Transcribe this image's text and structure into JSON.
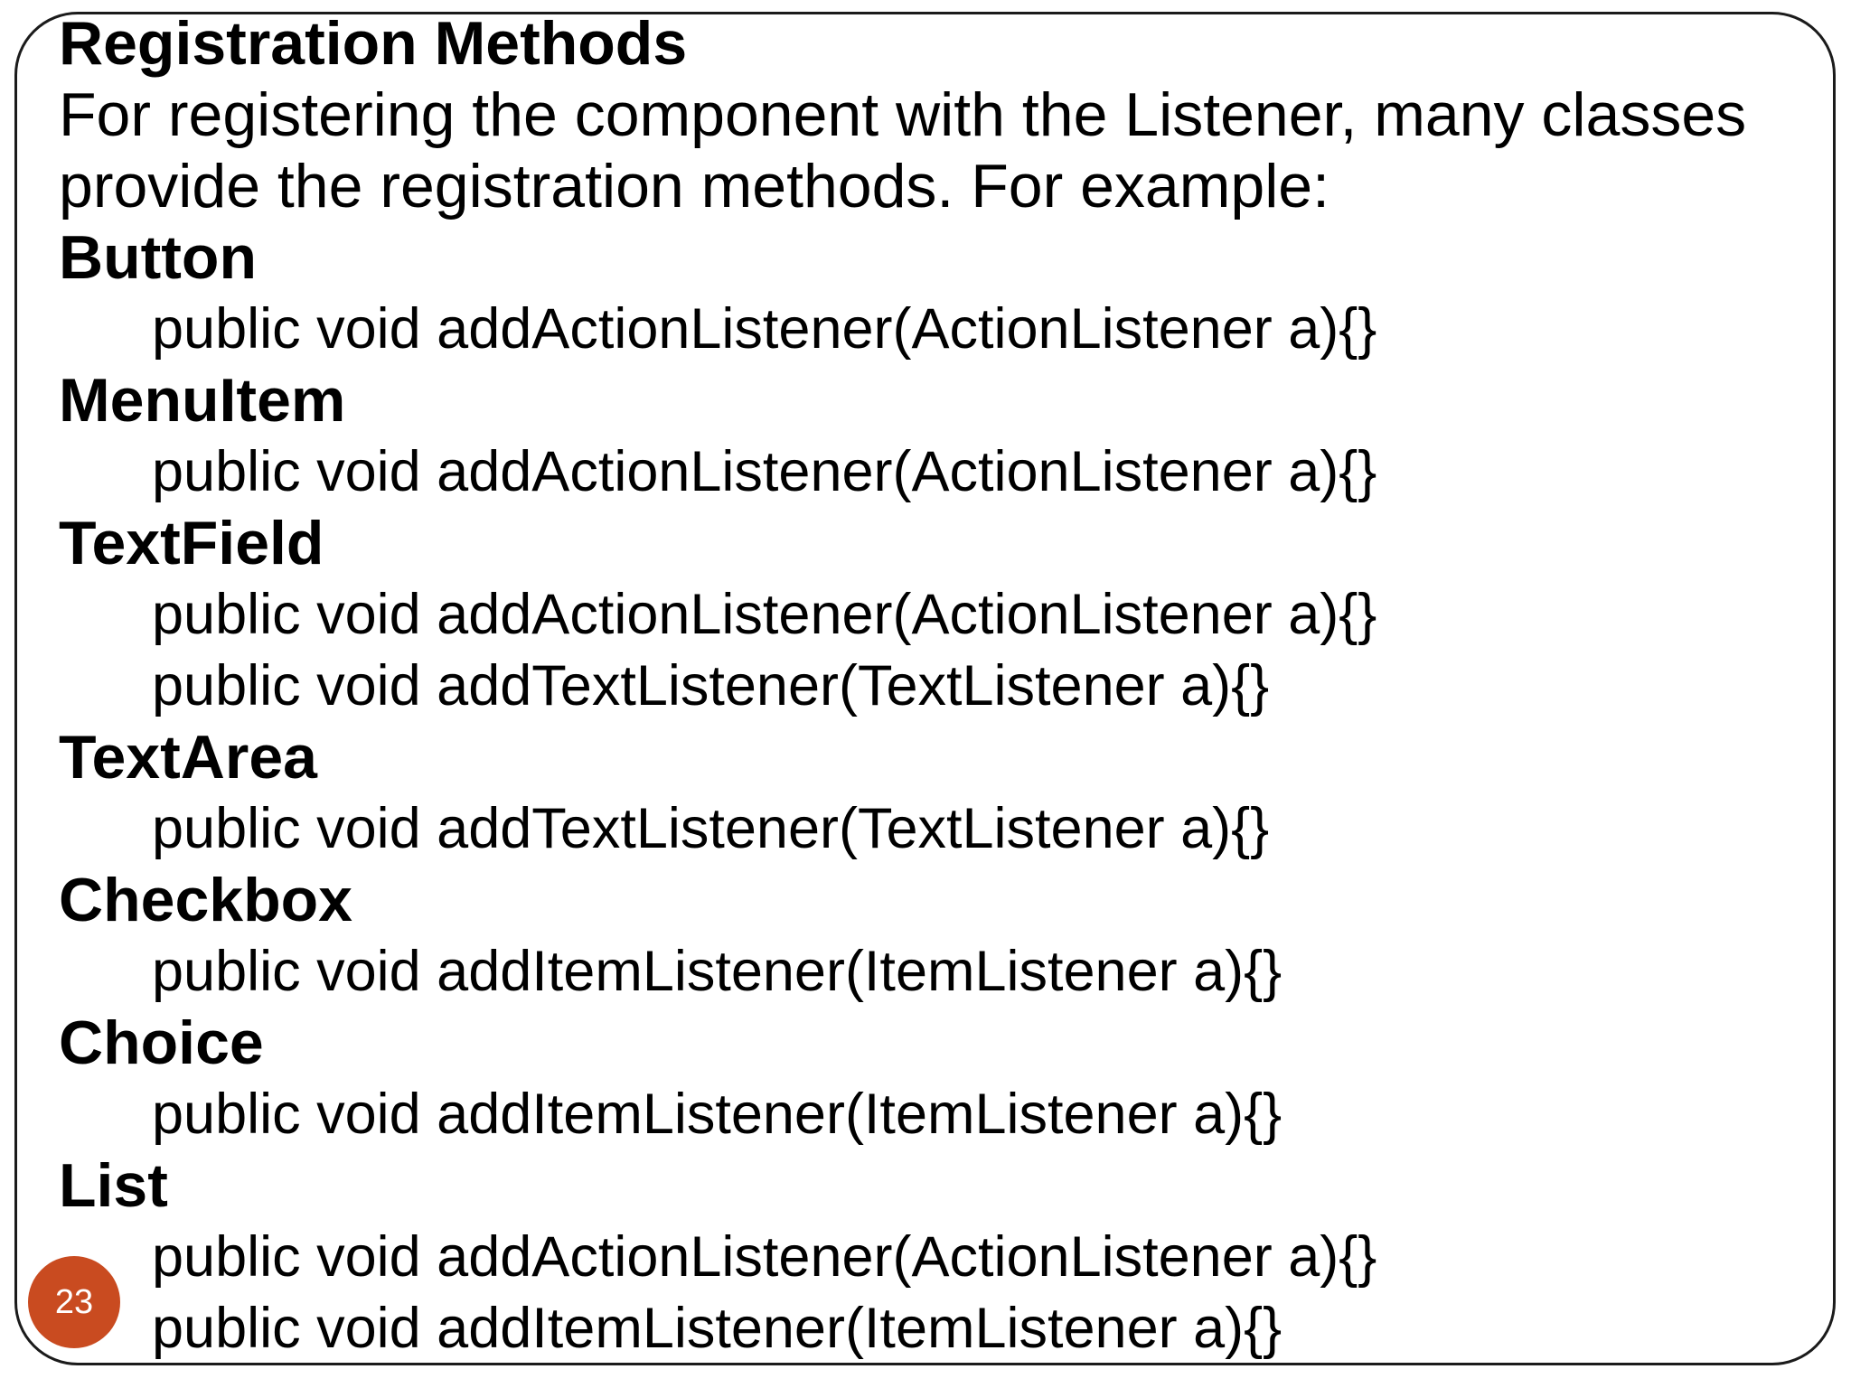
{
  "slide": {
    "title": "Registration Methods",
    "intro_lines": [
      "For registering the component with the Listener, many classes",
      "provide the registration methods. For example:"
    ],
    "sections": [
      {
        "name": "Button",
        "methods": [
          "public void addActionListener(ActionListener a){}"
        ]
      },
      {
        "name": "MenuItem",
        "methods": [
          "public void addActionListener(ActionListener a){}"
        ]
      },
      {
        "name": "TextField",
        "methods": [
          "public void addActionListener(ActionListener a){}",
          "public void addTextListener(TextListener a){}"
        ]
      },
      {
        "name": "TextArea",
        "methods": [
          "public void addTextListener(TextListener a){}"
        ]
      },
      {
        "name": "Checkbox",
        "methods": [
          "public void addItemListener(ItemListener a){}"
        ]
      },
      {
        "name": "Choice",
        "methods": [
          "public void addItemListener(ItemListener a){}"
        ]
      },
      {
        "name": "List",
        "methods": [
          "public void addActionListener(ActionListener a){}",
          "public void addItemListener(ItemListener a){}"
        ]
      }
    ],
    "page_number": "23",
    "colors": {
      "background": "#ffffff",
      "text": "#000000",
      "border": "#1b1b1b",
      "badge_background": "#c94b20",
      "badge_text": "#ffffff"
    }
  }
}
